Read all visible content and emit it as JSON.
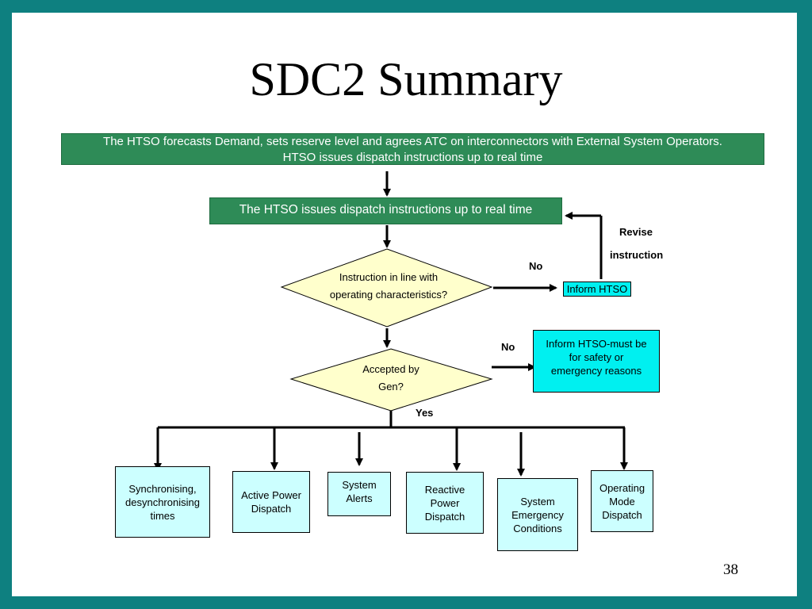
{
  "title": "SDC2 Summary",
  "page_number": "38",
  "top_banner": {
    "line1": "The HTSO forecasts Demand, sets reserve level and agrees ATC on interconnectors with External System Operators.",
    "line2": "HTSO issues dispatch instructions up to real time"
  },
  "dispatch_box": "The HTSO issues dispatch instructions up to real time",
  "decision1": {
    "line1": "Instruction in line with",
    "line2": "operating characteristics?",
    "no_label": "No"
  },
  "decision2": {
    "line1": "Accepted by",
    "line2": "Gen?",
    "no_label": "No",
    "yes_label": "Yes"
  },
  "inform_htso": "Inform HTSO",
  "revise": {
    "line1": "Revise",
    "line2": "instruction"
  },
  "inform_safety": {
    "line1": "Inform HTSO-must be",
    "line2": "for safety or",
    "line3": "emergency reasons"
  },
  "outcomes": [
    {
      "line1": "Synchronising,",
      "line2": "desynchronising",
      "line3": "times"
    },
    {
      "line1": "Active Power",
      "line2": "Dispatch"
    },
    {
      "line1": "System",
      "line2": "Alerts"
    },
    {
      "line1": "Reactive",
      "line2": "Power",
      "line3": "Dispatch"
    },
    {
      "line1": "System",
      "line2": "Emergency",
      "line3": "Conditions"
    },
    {
      "line1": "Operating",
      "line2": "Mode",
      "line3": "Dispatch"
    }
  ],
  "colors": {
    "frame": "#0e8080",
    "green_box": "#2e8b57",
    "cyan_box": "#00f0f0",
    "light_cyan_box": "#ccffff",
    "diamond_fill": "#ffffcc"
  }
}
